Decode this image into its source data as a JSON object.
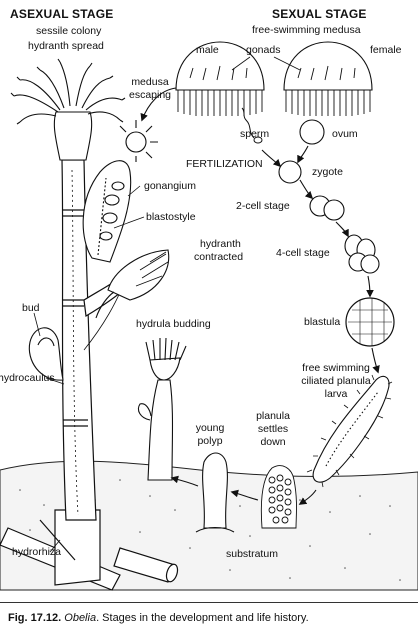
{
  "labels": {
    "asexual_stage": "ASEXUAL STAGE",
    "sessile_colony": "sessile colony",
    "hydranth_spread": "hydranth spread",
    "sexual_stage": "SEXUAL STAGE",
    "free_swimming_medusa": "free-swimming medusa",
    "male": "male",
    "gonads": "gonads",
    "female": "female",
    "medusa_escaping_1": "medusa",
    "medusa_escaping_2": "escaping",
    "sperm": "sperm",
    "ovum": "ovum",
    "fertilization": "FERTILIZATION",
    "zygote": "zygote",
    "gonangium": "gonangium",
    "blastostyle": "blastostyle",
    "two_cell_stage": "2-cell stage",
    "hydranth_contracted_1": "hydranth",
    "hydranth_contracted_2": "contracted",
    "four_cell_stage": "4-cell stage",
    "bud": "bud",
    "hydrula_budding": "hydrula budding",
    "blastula": "blastula",
    "hydrocaulus": "hydrocaulus",
    "planula_1": "free swimming",
    "planula_2": "ciliated planula",
    "planula_3": "larva",
    "young_polyp_1": "young",
    "young_polyp_2": "polyp",
    "settles_1": "planula",
    "settles_2": "settles",
    "settles_3": "down",
    "hydrorhiza": "hydrorhiza",
    "substratum": "substratum"
  },
  "caption": {
    "fig": "Fig. 17.12.",
    "genus": "Obelia",
    "rest": ". Stages in the development and life history."
  }
}
